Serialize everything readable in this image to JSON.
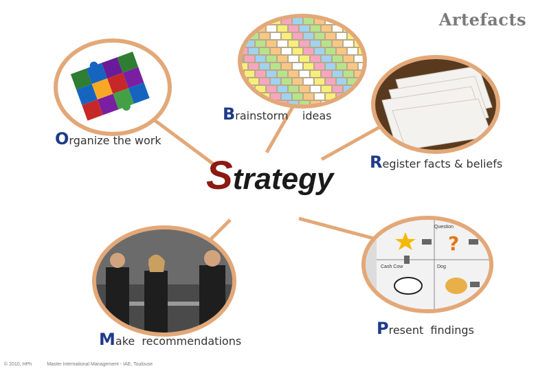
{
  "slide": {
    "title": "Artefacts",
    "center_initial": "S",
    "center_rest": "trategy",
    "accent_color": "#e3a878",
    "initial_color": "#1f3a8a",
    "center_initial_color": "#8b1a12"
  },
  "items": [
    {
      "initial": "O",
      "rest": "rganize the work",
      "image": "puzzle-pieces"
    },
    {
      "initial": "B",
      "rest": "rainstorm    ideas",
      "image": "sticky-notes-wall"
    },
    {
      "initial": "R",
      "rest": "egister facts & beliefs",
      "image": "paper-stack"
    },
    {
      "initial": "M",
      "rest": "ake  recommendations",
      "image": "business-meeting-photo"
    },
    {
      "initial": "P",
      "rest": "resent  findings",
      "image": "bcg-matrix"
    }
  ],
  "matrix": {
    "top_label": "Question",
    "left_bottom_label": "Cash Cow",
    "right_bottom_label": "Dog"
  },
  "footer": {
    "copyright": "© 2010, HPh",
    "program": "Master International Management  -  IAE,  Toulouse"
  }
}
